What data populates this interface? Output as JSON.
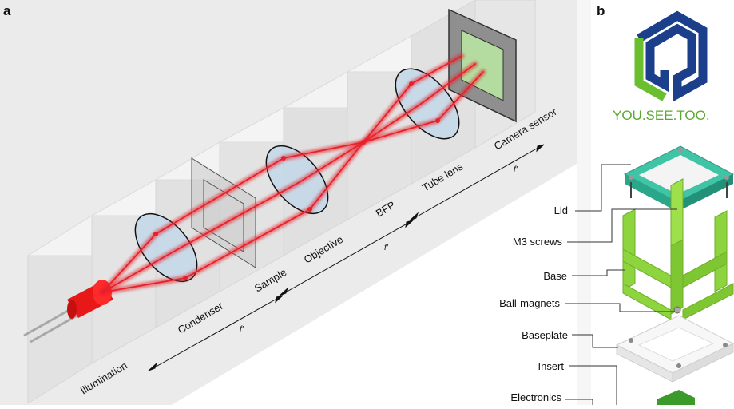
{
  "panel_a": {
    "letter": "a",
    "labels": {
      "illumination": "Illumination",
      "condenser": "Condenser",
      "sample": "Sample",
      "objective": "Objective",
      "bfp": "BFP",
      "tube_lens": "Tube lens",
      "camera_sensor": "Camera sensor"
    },
    "focal_label": "f'"
  },
  "panel_b": {
    "letter": "b",
    "logo_text": "YOU.SEE.TOO.",
    "parts": {
      "lid": "Lid",
      "m3_screws": "M3 screws",
      "base": "Base",
      "ball_magnets": "Ball-magnets",
      "baseplate": "Baseplate",
      "insert": "Insert",
      "electronics": "Electronics"
    }
  },
  "colors": {
    "background_a": "#ebebeb",
    "beam_red": "#e8202a",
    "lens_fill": "#bfd6ea",
    "sensor_green": "#b5dca0",
    "lid_teal": "#3fc4a6",
    "base_green": "#8ed43e",
    "logo_blue": "#1c3f8c",
    "logo_green": "#6abf2f",
    "logo_text_color": "#5aa832"
  }
}
